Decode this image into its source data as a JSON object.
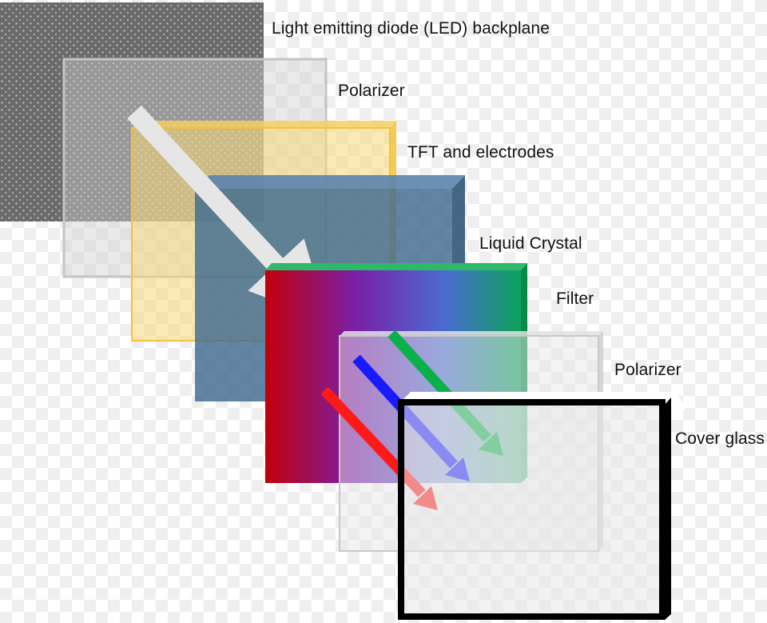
{
  "layers": [
    {
      "key": "backplane",
      "label": "Light emitting diode (LED) backplane"
    },
    {
      "key": "polarizer_rear",
      "label": "Polarizer"
    },
    {
      "key": "tft",
      "label": "TFT and electrodes"
    },
    {
      "key": "liquid_crystal",
      "label": "Liquid Crystal"
    },
    {
      "key": "filter",
      "label": "Filter"
    },
    {
      "key": "polarizer_front",
      "label": "Polarizer"
    },
    {
      "key": "cover_glass",
      "label": "Cover glass"
    }
  ],
  "colors": {
    "backplane": "#6b6b6b",
    "polarizer": "#d8d8d8",
    "tft": "#f7d77a",
    "tft_border": "#f2c33a",
    "liquid_crystal": "#3f6a8f",
    "filter_gradient": [
      "#c0000b",
      "#7a1fa6",
      "#4a6bd1",
      "#0aa35a"
    ],
    "white_light_arrow": "#e6e6e6",
    "red_arrow": "#ff1a1a",
    "blue_arrow": "#1a1aff",
    "green_arrow": "#0ab04a",
    "cover_glass_frame": "#000000"
  }
}
